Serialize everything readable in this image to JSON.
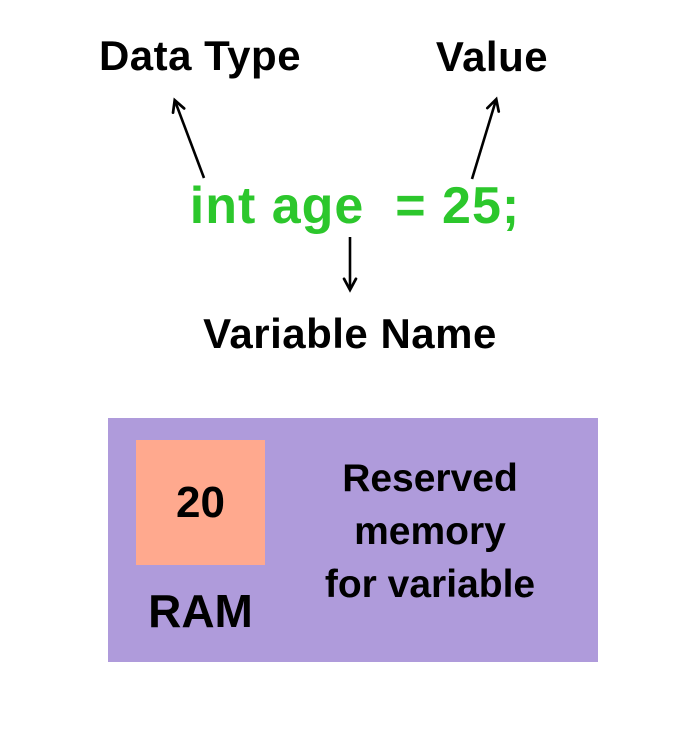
{
  "diagram_title_concept": "variable declaration parts",
  "labels": {
    "data_type": "Data Type",
    "value": "Value",
    "variable_name": "Variable Name"
  },
  "code": {
    "text": "int age  = 25;",
    "data_type_token": "int",
    "variable_name_token": "age",
    "value_token": "25"
  },
  "memory_diagram": {
    "cell_value": "20",
    "ram_label": "RAM",
    "description_line1": "Reserved",
    "description_line2": "memory",
    "description_line3": "for variable"
  },
  "colors": {
    "code_green": "#2CC72C",
    "box_purple": "#AF9BDB",
    "cell_salmon": "#FFA98E",
    "arrow_black": "#000000",
    "text_black": "#000000",
    "background": "#FFFFFF"
  }
}
